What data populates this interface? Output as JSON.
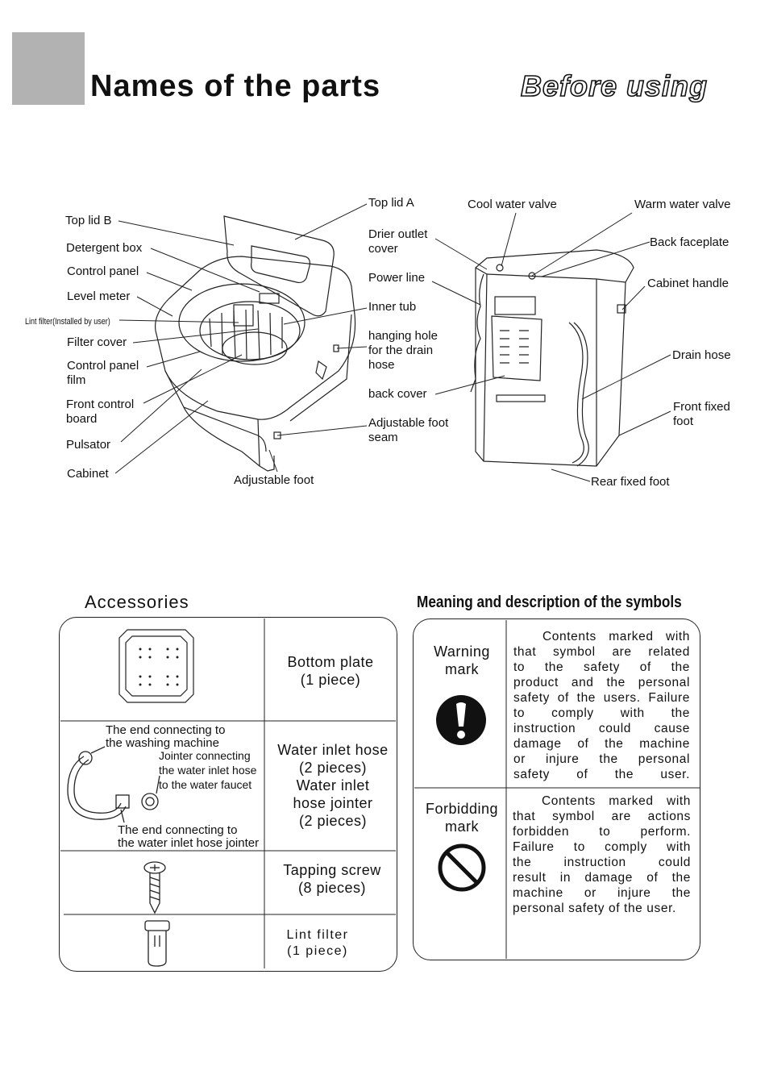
{
  "header": {
    "title": "Names of the parts",
    "section": "Before using"
  },
  "parts_left": {
    "top_lid_b": "Top lid B",
    "detergent_box": "Detergent box",
    "control_panel": "Control panel",
    "level_meter": "Level meter",
    "lint_filter": "Lint filter(Installed by user)",
    "filter_cover": "Filter cover",
    "control_panel_film": [
      "Control panel",
      "film"
    ],
    "front_control_board": [
      "Front control",
      "board"
    ],
    "pulsator": "Pulsator",
    "cabinet": "Cabinet",
    "adjustable_foot": "Adjustable foot"
  },
  "parts_middle": {
    "top_lid_a": "Top lid A",
    "drier_outlet_cover": [
      "Drier outlet",
      "cover"
    ],
    "power_line": "Power line",
    "inner_tub": "Inner tub",
    "hanging_hole": [
      "hanging hole",
      "for the drain",
      "hose"
    ],
    "back_cover": "back cover",
    "adjustable_foot_seam": [
      "Adjustable foot",
      "seam"
    ]
  },
  "parts_right": {
    "cool_water_valve": "Cool water valve",
    "warm_water_valve": "Warm water valve",
    "back_faceplate": "Back faceplate",
    "cabinet_handle": "Cabinet handle",
    "drain_hose": "Drain hose",
    "front_fixed_foot": [
      "Front fixed",
      "foot"
    ],
    "rear_fixed_foot": "Rear fixed foot"
  },
  "accessories": {
    "heading": "Accessories",
    "rows": [
      {
        "item": [
          "Bottom plate",
          "(1 piece)"
        ]
      },
      {
        "item": [
          "Water inlet hose",
          "(2 pieces)",
          "Water inlet",
          "hose jointer",
          "(2 pieces)"
        ],
        "notes": {
          "end_machine": [
            "The end connecting to",
            "the washing machine"
          ],
          "jointer": [
            "Jointer connecting",
            "the water inlet hose",
            "to the water faucet"
          ],
          "end_jointer": [
            "The end connecting to",
            "the water inlet hose jointer"
          ]
        }
      },
      {
        "item": [
          "Tapping screw",
          "(8 pieces)"
        ]
      },
      {
        "item": [
          "Lint filter",
          "(1 piece)"
        ]
      }
    ]
  },
  "symbols": {
    "heading": "Meaning and description of the symbols",
    "warning": {
      "name": [
        "Warning",
        "mark"
      ],
      "icon": "exclamation-circle-icon",
      "text": [
        "Contents marked with",
        "that symbol are related",
        "to the safety of the",
        "product and the personal",
        "safety of the users. Failure",
        "to comply with the",
        "instruction could cause",
        "damage of the machine",
        "or injure the personal",
        "safety of the user."
      ]
    },
    "forbidding": {
      "name": [
        "Forbidding",
        "mark"
      ],
      "icon": "prohibition-circle-icon",
      "text": [
        "Contents marked with",
        "that symbol are actions",
        "forbidden to perform.",
        "Failure to comply with",
        "the instruction could",
        "result in damage of the",
        "machine or injure the",
        "personal safety of the user."
      ]
    }
  }
}
